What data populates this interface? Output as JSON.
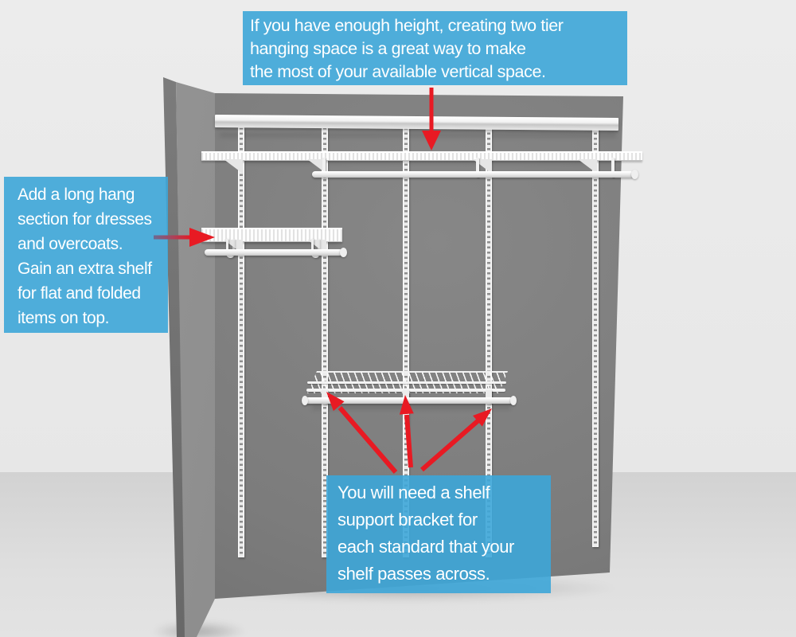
{
  "colors": {
    "accent_blue": "#3DA6D8",
    "arrow_red": "#E81A23",
    "arrow_tail_slate": "#6C6A92",
    "wall_gray": "#7C7C7C",
    "side_wall_gray": "#8F8F8F",
    "background_gray": "#E9E9E9",
    "floor_gray": "#D7D7D7",
    "shelving_white": "#F2F2F2",
    "text_white": "#FFFFFF"
  },
  "annotations": {
    "top_note": {
      "text": "If you have enough height, creating two tier\nhanging space is a great way to make\nthe most of your available vertical space."
    },
    "left_note": {
      "text": "Add a long hang\nsection for dresses\nand overcoats.\nGain an extra shelf\nfor flat and folded\nitems on top."
    },
    "bottom_note": {
      "text": "You will need a shelf\nsupport bracket for\neach standard that your\nshelf passes across."
    }
  }
}
